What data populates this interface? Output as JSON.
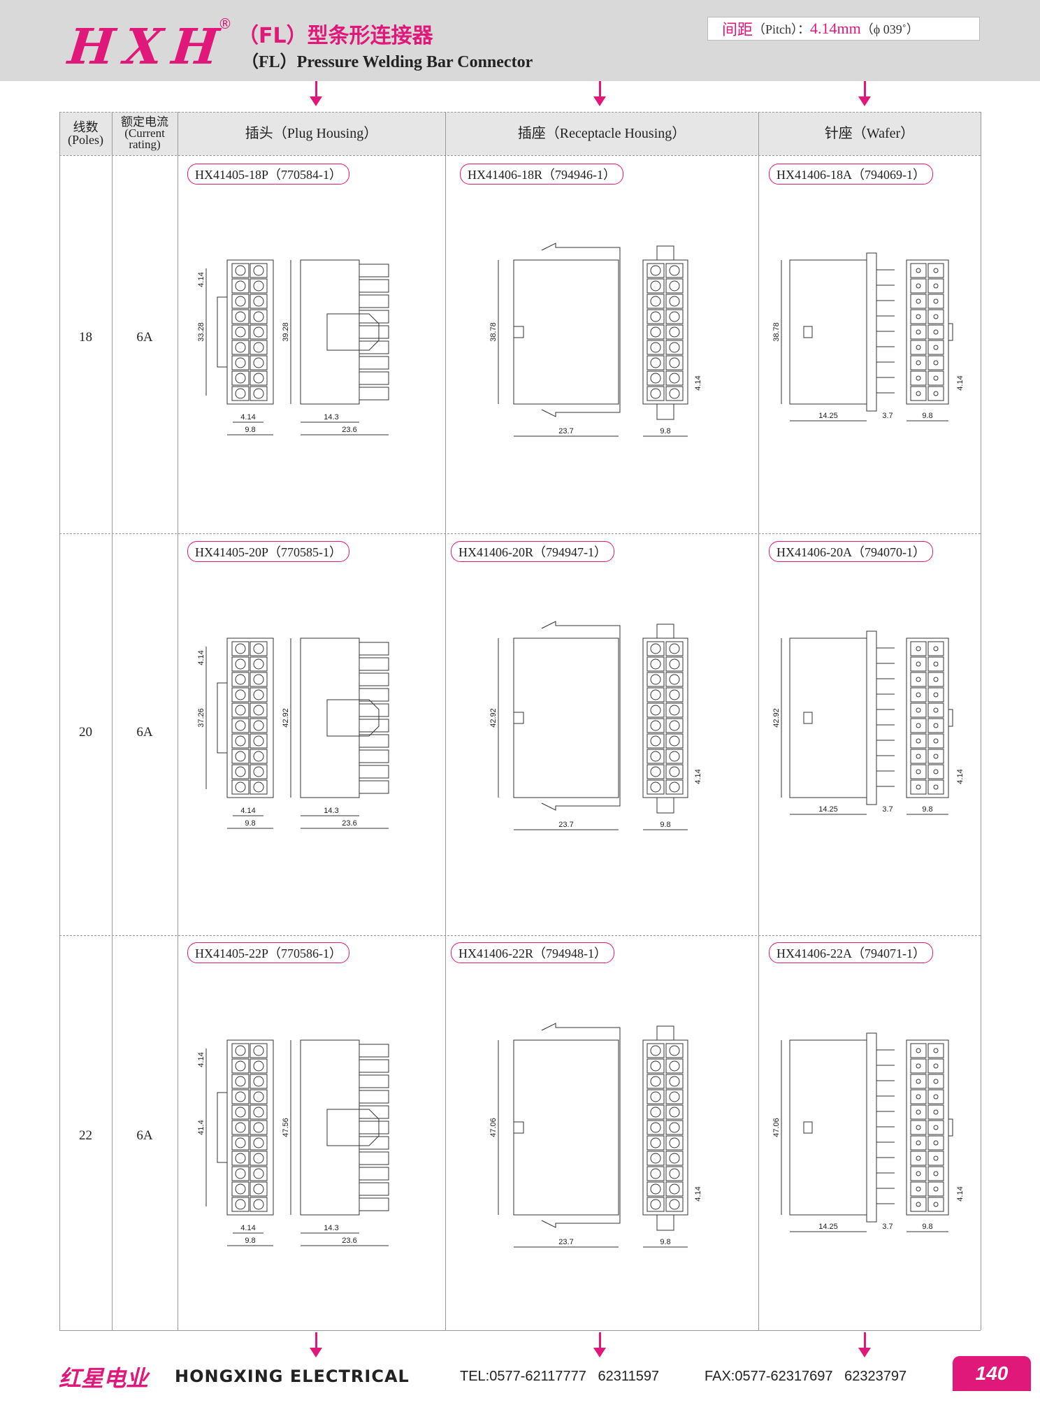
{
  "header": {
    "logo": "HXH",
    "registered": "®",
    "title_cn": "（FL）型条形连接器",
    "title_en": "（FL）Pressure Welding Bar Connector",
    "pitch_cn": "间距",
    "pitch_en": "（Pitch）：",
    "pitch_value": "4.14mm",
    "pitch_alt": "（ϕ 039˚）"
  },
  "accent_color": "#e0187a",
  "table": {
    "col_headers": {
      "poles": "线数\n(Poles)",
      "rating": "额定电流\n(Current\nrating)",
      "plug": "插头（Plug Housing）",
      "receptacle": "插座（Receptacle Housing）",
      "wafer": "针座（Wafer）"
    },
    "rows": [
      {
        "poles": "18",
        "rating": "6A",
        "plug_part": "HX41405-18P（770584-1）",
        "receptacle_part": "HX41406-18R（794946-1）",
        "wafer_part": "HX41406-18A（794069-1）",
        "plug_dims": {
          "pitch": "4.14",
          "body": "33.28",
          "length": "39.28",
          "pin_pitch": "4.14",
          "width": "9.8",
          "a": "14.3",
          "b": "23.6"
        },
        "rec_dims": {
          "height": "38.78",
          "width": "23.7",
          "side": "9.8",
          "pitch": "4.14"
        },
        "wafer_dims": {
          "height": "38.78",
          "a": "14.25",
          "b": "3.7",
          "side": "9.8",
          "pitch": "4.14"
        }
      },
      {
        "poles": "20",
        "rating": "6A",
        "plug_part": "HX41405-20P（770585-1）",
        "receptacle_part": "HX41406-20R（794947-1）",
        "wafer_part": "HX41406-20A（794070-1）",
        "plug_dims": {
          "pitch": "4.14",
          "body": "37.26",
          "length": "42.92",
          "pin_pitch": "4.14",
          "width": "9.8",
          "a": "14.3",
          "b": "23.6"
        },
        "rec_dims": {
          "height": "42.92",
          "width": "23.7",
          "side": "9.8",
          "pitch": "4.14"
        },
        "wafer_dims": {
          "height": "42.92",
          "a": "14.25",
          "b": "3.7",
          "side": "9.8",
          "pitch": "4.14"
        }
      },
      {
        "poles": "22",
        "rating": "6A",
        "plug_part": "HX41405-22P（770586-1）",
        "receptacle_part": "HX41406-22R（794948-1）",
        "wafer_part": "HX41406-22A（794071-1）",
        "plug_dims": {
          "pitch": "4.14",
          "body": "41.4",
          "length": "47.56",
          "pin_pitch": "4.14",
          "width": "9.8",
          "a": "14.3",
          "b": "23.6"
        },
        "rec_dims": {
          "height": "47.06",
          "width": "23.7",
          "side": "9.8",
          "pitch": "4.14"
        },
        "wafer_dims": {
          "height": "47.06",
          "a": "14.25",
          "b": "3.7",
          "side": "9.8",
          "pitch": "4.14"
        }
      }
    ]
  },
  "footer": {
    "brand_cn": "红星电业",
    "brand_en": "HONGXING ELECTRICAL",
    "tel": "TEL:0577-62117777   62311597",
    "fax": "FAX:0577-62317697   62323797",
    "page": "140"
  }
}
